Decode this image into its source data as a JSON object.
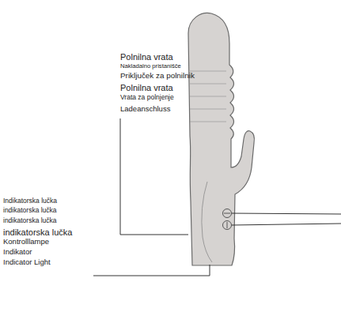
{
  "diagram": {
    "labels": [
      "Polnilna vrata",
      "Nakladalno pristanišče",
      "Priključek za polnilnik",
      "Polnilna vrata",
      "Vrata za polnjenje",
      "Ladeanschluss",
      "Indikatorska lučka",
      "indikatorska lučka",
      "indikatorska lučka",
      "indikatorska lučka",
      "Kontrolllampe",
      "Indikator",
      "Indicator Light"
    ]
  }
}
